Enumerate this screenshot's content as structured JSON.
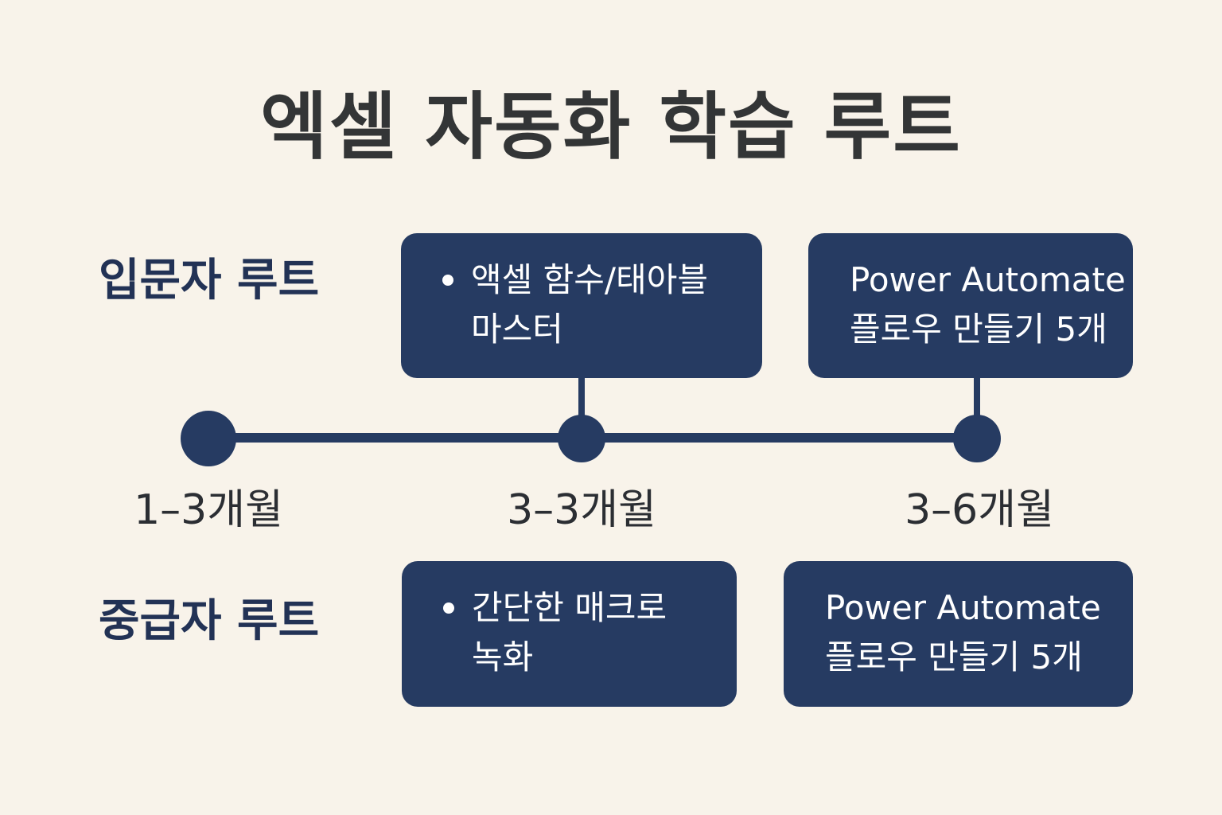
{
  "title": "엑셀 자동화 학습 루트",
  "routes": {
    "beginner_label": "입문자 루트",
    "intermediate_label": "중급자 루트"
  },
  "periods": [
    "1–3개월",
    "3–3개월",
    "3–6개월"
  ],
  "boxes": {
    "beginner_1": {
      "line1": "액셀 함수/태아블",
      "line2": "마스터",
      "bulleted": true
    },
    "beginner_2": {
      "line1": "Power Automate",
      "line2": "플로우 만들기 5개",
      "bulleted": false
    },
    "intermediate_1": {
      "line1": "간단한 매크로",
      "line2": "녹화",
      "bulleted": true
    },
    "intermediate_2": {
      "line1": "Power Automate",
      "line2": "플로우 만들기 5개",
      "bulleted": false
    }
  },
  "colors": {
    "background": "#f8f3ea",
    "node": "#263b62",
    "title": "#333536",
    "label": "#223255"
  }
}
